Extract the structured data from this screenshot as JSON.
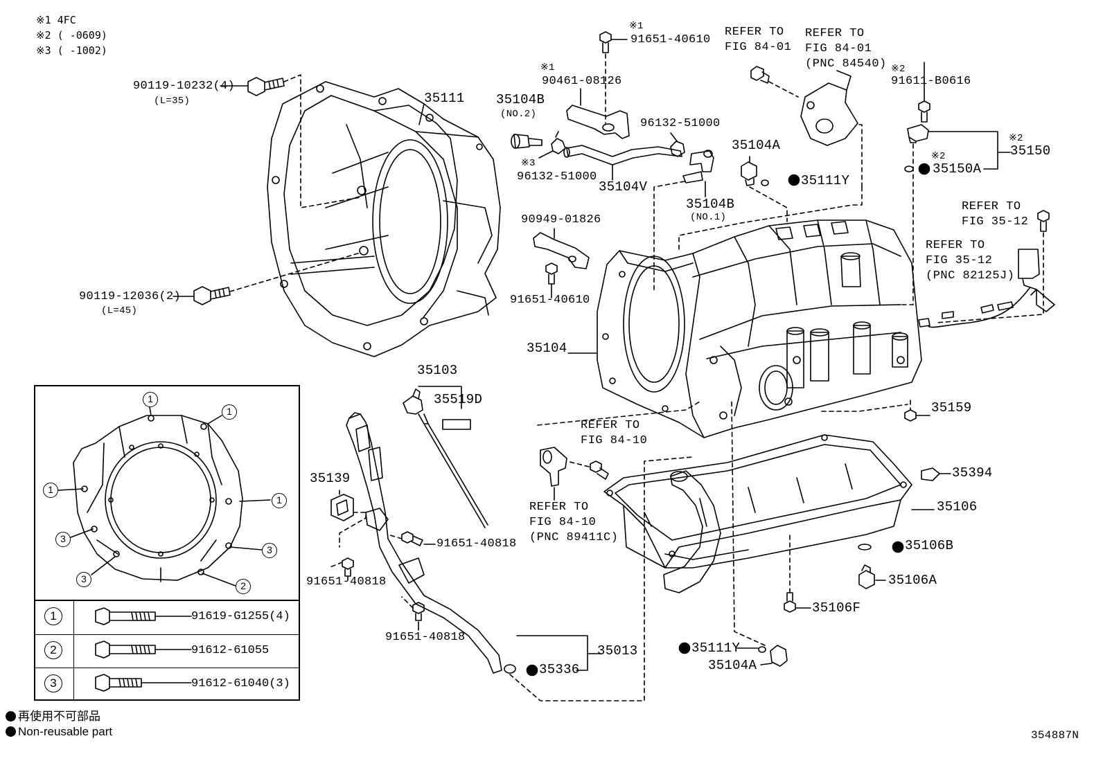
{
  "notes": {
    "n1": "※1 4FC",
    "n2": "※2 (      -0609)",
    "n3": "※3 (      -1002)"
  },
  "labels": {
    "bolt_10232": "90119-10232(4)",
    "bolt_10232_len": "(L=35)",
    "bolt_12036": "90119-12036(2)",
    "bolt_12036_len": "(L=45)",
    "housing": "35111",
    "mark_91651_top": "※1",
    "bolt_91651_top": "91651-40610",
    "mark_90461": "※1",
    "bracket_90461": "90461-08126",
    "hose_no2": "35104B",
    "hose_no2_sub": "(NO.2)",
    "clip_right": "96132-51000",
    "mark_clip_left": "※3",
    "clip_left": "96132-51000",
    "hose_v": "35104V",
    "hose_no1": "35104B",
    "hose_no1_sub": "(NO.1)",
    "plug_a_top": "35104A",
    "gasket_y_top": "35111Y",
    "clamp_90949": "90949-01826",
    "bolt_91651_mid": "91651-40610",
    "case": "35104",
    "gauge_guide": "35103",
    "gauge": "35519D",
    "bracket_35139": "35139",
    "bolt_40818_a": "91651-40818",
    "bolt_40818_b": "91651-40818",
    "bolt_40818_c": "91651-40818",
    "tube": "35013",
    "oring_35336": "35336",
    "mark_91611": "※2",
    "bolt_91611": "91611-B0616",
    "mark_35150": "※2",
    "sensor_35150": "35150",
    "mark_35150a": "※2",
    "oring_35150a": "35150A",
    "plug_35159": "35159",
    "gasket_35394": "35394",
    "pan": "35106",
    "gasket_35106b": "35106B",
    "plug_35106a": "35106A",
    "bolt_35106f": "35106F",
    "gasket_y_bottom": "35111Y",
    "plug_a_bottom": "35104A",
    "figure_id": "354887N"
  },
  "refs": {
    "r1": "REFER TO\nFIG 84-01",
    "r2": "REFER TO\nFIG 84-01\n(PNC 84540)",
    "r3": "REFER TO\nFIG 35-12",
    "r4": "REFER TO\nFIG 35-12\n(PNC 82125J)",
    "r5": "REFER TO\nFIG 84-10",
    "r6": "REFER TO\nFIG 84-10\n(PNC 89411C)"
  },
  "inset": {
    "callouts": [
      "1",
      "1",
      "1",
      "1",
      "3",
      "3",
      "3",
      "2"
    ]
  },
  "table": {
    "rows": [
      {
        "num": "1",
        "part": "91619-G1255(4)"
      },
      {
        "num": "2",
        "part": "91612-61055"
      },
      {
        "num": "3",
        "part": "91612-61040(3)"
      }
    ]
  },
  "legend": {
    "jp": "再使用不可部品",
    "en": "Non-reusable part"
  }
}
